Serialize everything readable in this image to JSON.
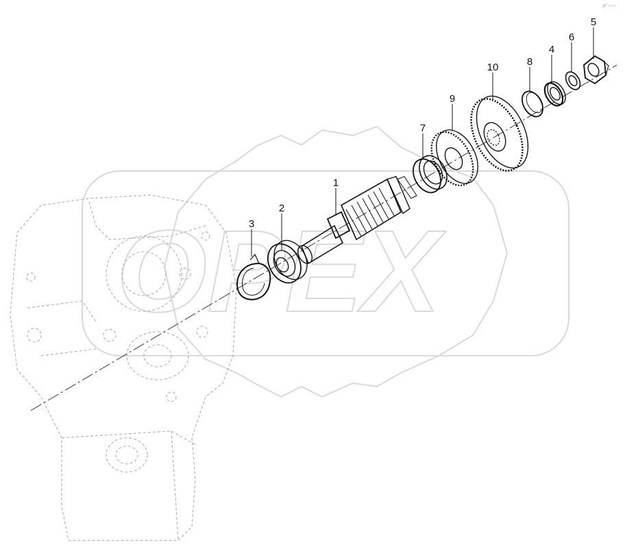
{
  "corner_note": "p° ○○○",
  "watermark": {
    "text": "OPEX"
  },
  "colors": {
    "line": "#111111",
    "ghost": "#b5b5b5",
    "watermark": "#d9d9d9"
  },
  "callouts": [
    {
      "id": "1",
      "label": "1"
    },
    {
      "id": "2",
      "label": "2"
    },
    {
      "id": "3",
      "label": "3"
    },
    {
      "id": "4",
      "label": "4"
    },
    {
      "id": "5",
      "label": "5"
    },
    {
      "id": "6",
      "label": "6"
    },
    {
      "id": "7",
      "label": "7"
    },
    {
      "id": "8",
      "label": "8"
    },
    {
      "id": "9",
      "label": "9"
    },
    {
      "id": "10",
      "label": "10"
    }
  ]
}
